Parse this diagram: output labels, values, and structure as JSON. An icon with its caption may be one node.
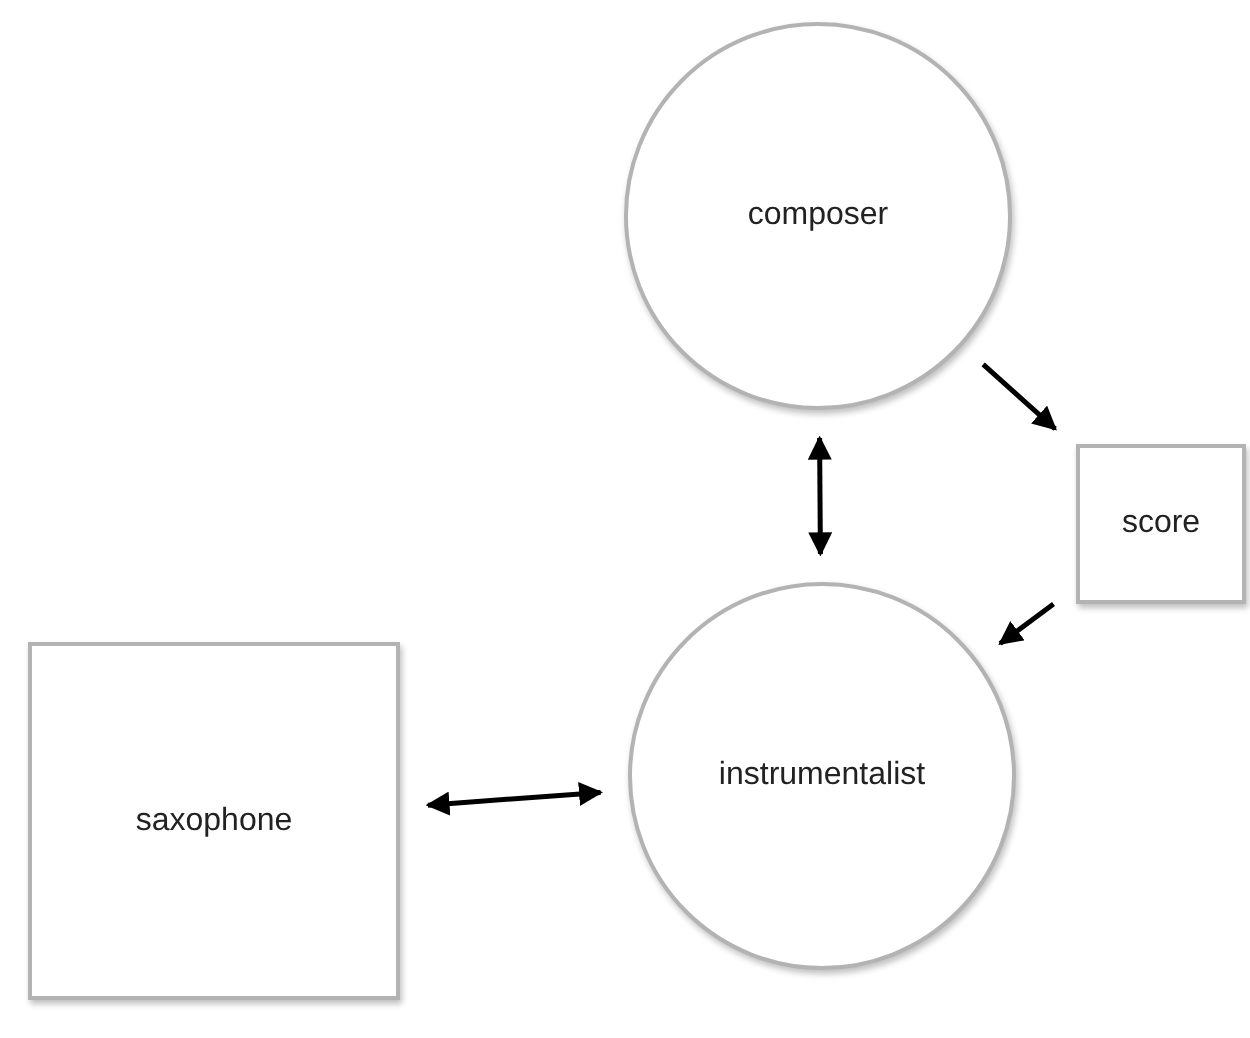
{
  "diagram": {
    "nodes": [
      {
        "text": [
          "composer"
        ]
      },
      {
        "text": [
          "score"
        ]
      },
      {
        "text": [
          "saxophone"
        ]
      },
      {
        "text": [
          "instrumentalist"
        ]
      }
    ],
    "edges": [
      {
        "from": 0,
        "to": 1,
        "arrow": "to"
      },
      {
        "from": 0,
        "to": 3,
        "arrow": "both"
      },
      {
        "from": 1,
        "to": 3,
        "arrow": "to"
      },
      {
        "from": 2,
        "to": 3,
        "arrow": "both"
      }
    ]
  }
}
